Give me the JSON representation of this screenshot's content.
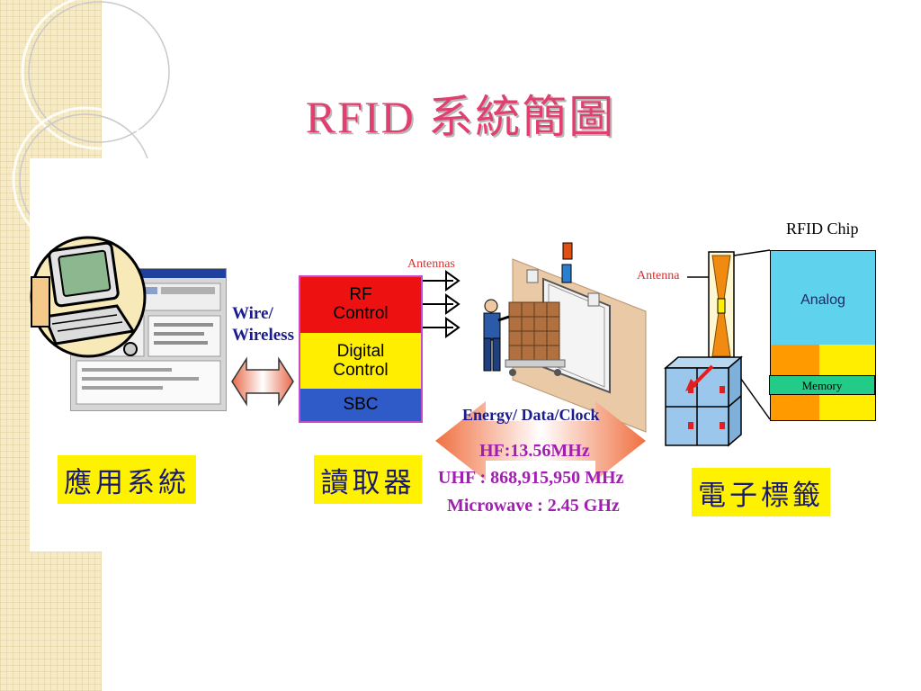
{
  "slide": {
    "title": "RFID  系統簡圖"
  },
  "diagram": {
    "reader": {
      "rf_control": [
        "RF",
        "Control"
      ],
      "digital_control": [
        "Digital",
        "Control"
      ],
      "sbc": "SBC"
    },
    "labels": {
      "application_system": "應用系統",
      "reader": "讀取器",
      "electronic_tag": "電子標籤",
      "wire_wireless": [
        "Wire/",
        "Wireless"
      ],
      "antennas": "Antennas",
      "antenna": "Antenna",
      "energy_data_clock": "Energy/ Data/Clock",
      "rfid_chip": "RFID Chip"
    },
    "frequencies": {
      "hf": "HF:13.56MHz",
      "uhf": "UHF : 868,915,950 MHz",
      "microwave": "Microwave : 2.45 GHz"
    },
    "chip": {
      "analog": "Analog",
      "memory": "Memory"
    }
  },
  "colors": {
    "title": "#e04070",
    "rf_control": "#ee1111",
    "digital_control": "#ffee00",
    "sbc": "#2f5bc8",
    "label_background": "#fff200",
    "frequency_text": "#a01fb0"
  },
  "icons": [
    "computer-clipart-icon",
    "doorway-reader-icon",
    "lock-icon",
    "boxes-stack-icon"
  ]
}
